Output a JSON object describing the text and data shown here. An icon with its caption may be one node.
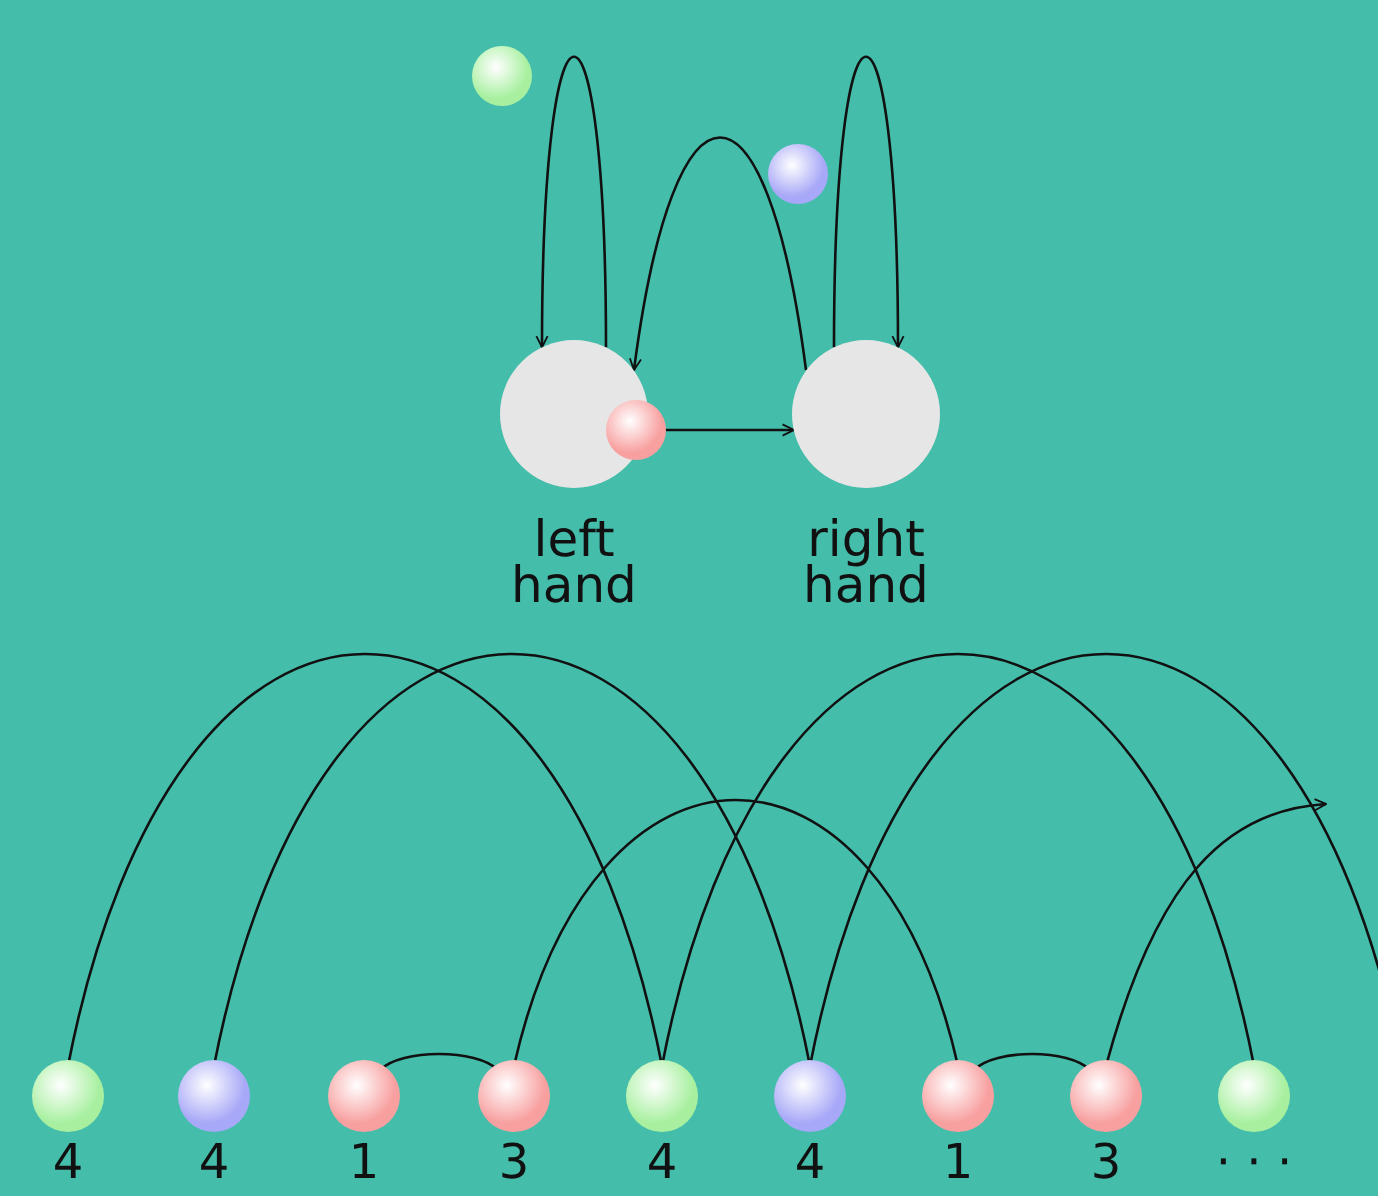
{
  "diagram": {
    "nodes": [
      {
        "text": [
          "left hand"
        ]
      },
      {
        "text": [
          "right hand"
        ]
      },
      {
        "text": [],
        "shape": "circle"
      },
      {
        "text": [],
        "shape": "circle"
      },
      {
        "text": [],
        "shape": "circle"
      },
      {
        "text": [],
        "shape": "circle",
        "beside": [
          "4"
        ]
      },
      {
        "text": [],
        "shape": "circle",
        "beside": [
          "4"
        ]
      },
      {
        "text": [],
        "shape": "circle",
        "beside": [
          "1"
        ]
      },
      {
        "text": [],
        "shape": "circle",
        "beside": [
          "3"
        ]
      },
      {
        "text": [],
        "shape": "circle",
        "beside": [
          "4"
        ]
      },
      {
        "text": [],
        "shape": "circle",
        "beside": [
          "4"
        ]
      },
      {
        "text": [],
        "shape": "circle",
        "beside": [
          "1"
        ]
      },
      {
        "text": [],
        "shape": "circle",
        "beside": [
          "3"
        ]
      },
      {
        "text": [],
        "shape": "circle",
        "beside": [
          "· · ·"
        ]
      }
    ],
    "edges": [
      {
        "from": 0,
        "to": 0,
        "arrow": "to"
      },
      {
        "from": 1,
        "to": 1,
        "arrow": "to"
      },
      {
        "from": 0,
        "to": 1,
        "arrow": "to"
      },
      {
        "from": 1,
        "to": 0,
        "arrow": "to"
      },
      {
        "from": 5,
        "to": 9,
        "arrow": "none"
      },
      {
        "from": 6,
        "to": 10,
        "arrow": "none"
      },
      {
        "from": 7,
        "to": 8,
        "arrow": "none"
      },
      {
        "from": 8,
        "to": 11,
        "arrow": "none"
      },
      {
        "from": 9,
        "to": 13,
        "arrow": "none"
      },
      {
        "from": 10,
        "to": null,
        "arrow": "none"
      },
      {
        "from": 11,
        "to": 12,
        "arrow": "none"
      },
      {
        "from": 12,
        "to": null,
        "arrow": "to"
      }
    ]
  }
}
